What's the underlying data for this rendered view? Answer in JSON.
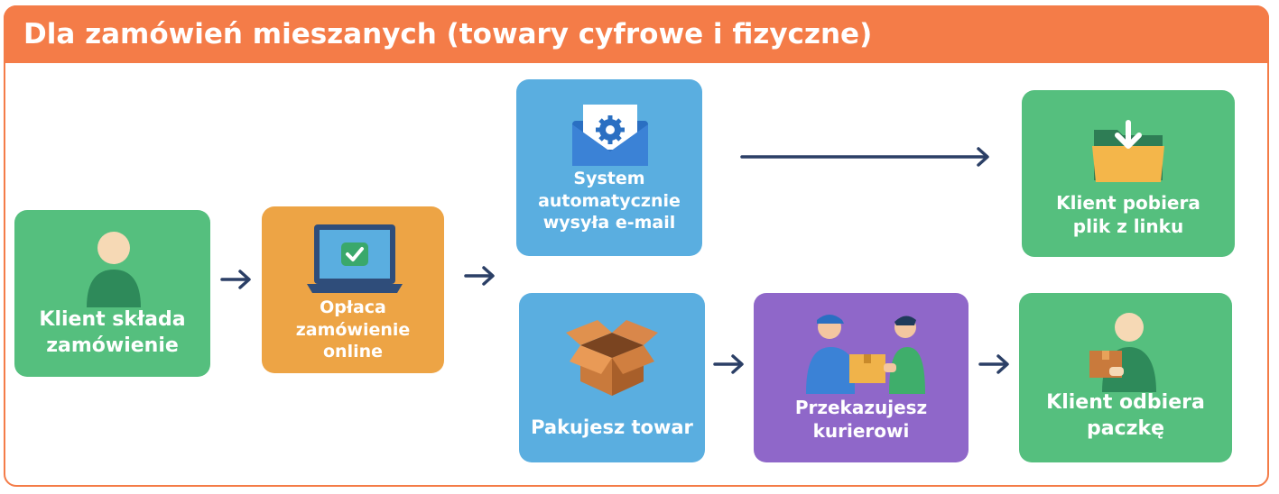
{
  "title": "Dla zamówień mieszanych (towary cyfrowe i fizyczne)",
  "colors": {
    "header": "#f47c48",
    "green": "#55bf7e",
    "orange": "#eda445",
    "blue": "#5aaee0",
    "purple": "#8f67c9",
    "arrow": "#2b3f66"
  },
  "steps": {
    "order": {
      "line1": "Klient składa",
      "line2": "zamówienie",
      "icon": "person-icon"
    },
    "pay": {
      "line1": "Opłaca",
      "line2": "zamówienie",
      "line3": "online",
      "icon": "laptop-check-icon"
    },
    "email": {
      "line1": "System",
      "line2": "automatycznie",
      "line3": "wysyła e-mail",
      "icon": "envelope-gear-icon"
    },
    "download": {
      "line1": "Klient pobiera",
      "line2": "plik z linku",
      "icon": "folder-download-icon"
    },
    "pack": {
      "line1": "Pakujesz towar",
      "icon": "open-box-icon"
    },
    "courier": {
      "line1": "Przekazujesz",
      "line2": "kurierowi",
      "icon": "courier-handover-icon"
    },
    "receive": {
      "line1": "Klient odbiera",
      "line2": "paczkę",
      "icon": "person-with-package-icon"
    }
  }
}
